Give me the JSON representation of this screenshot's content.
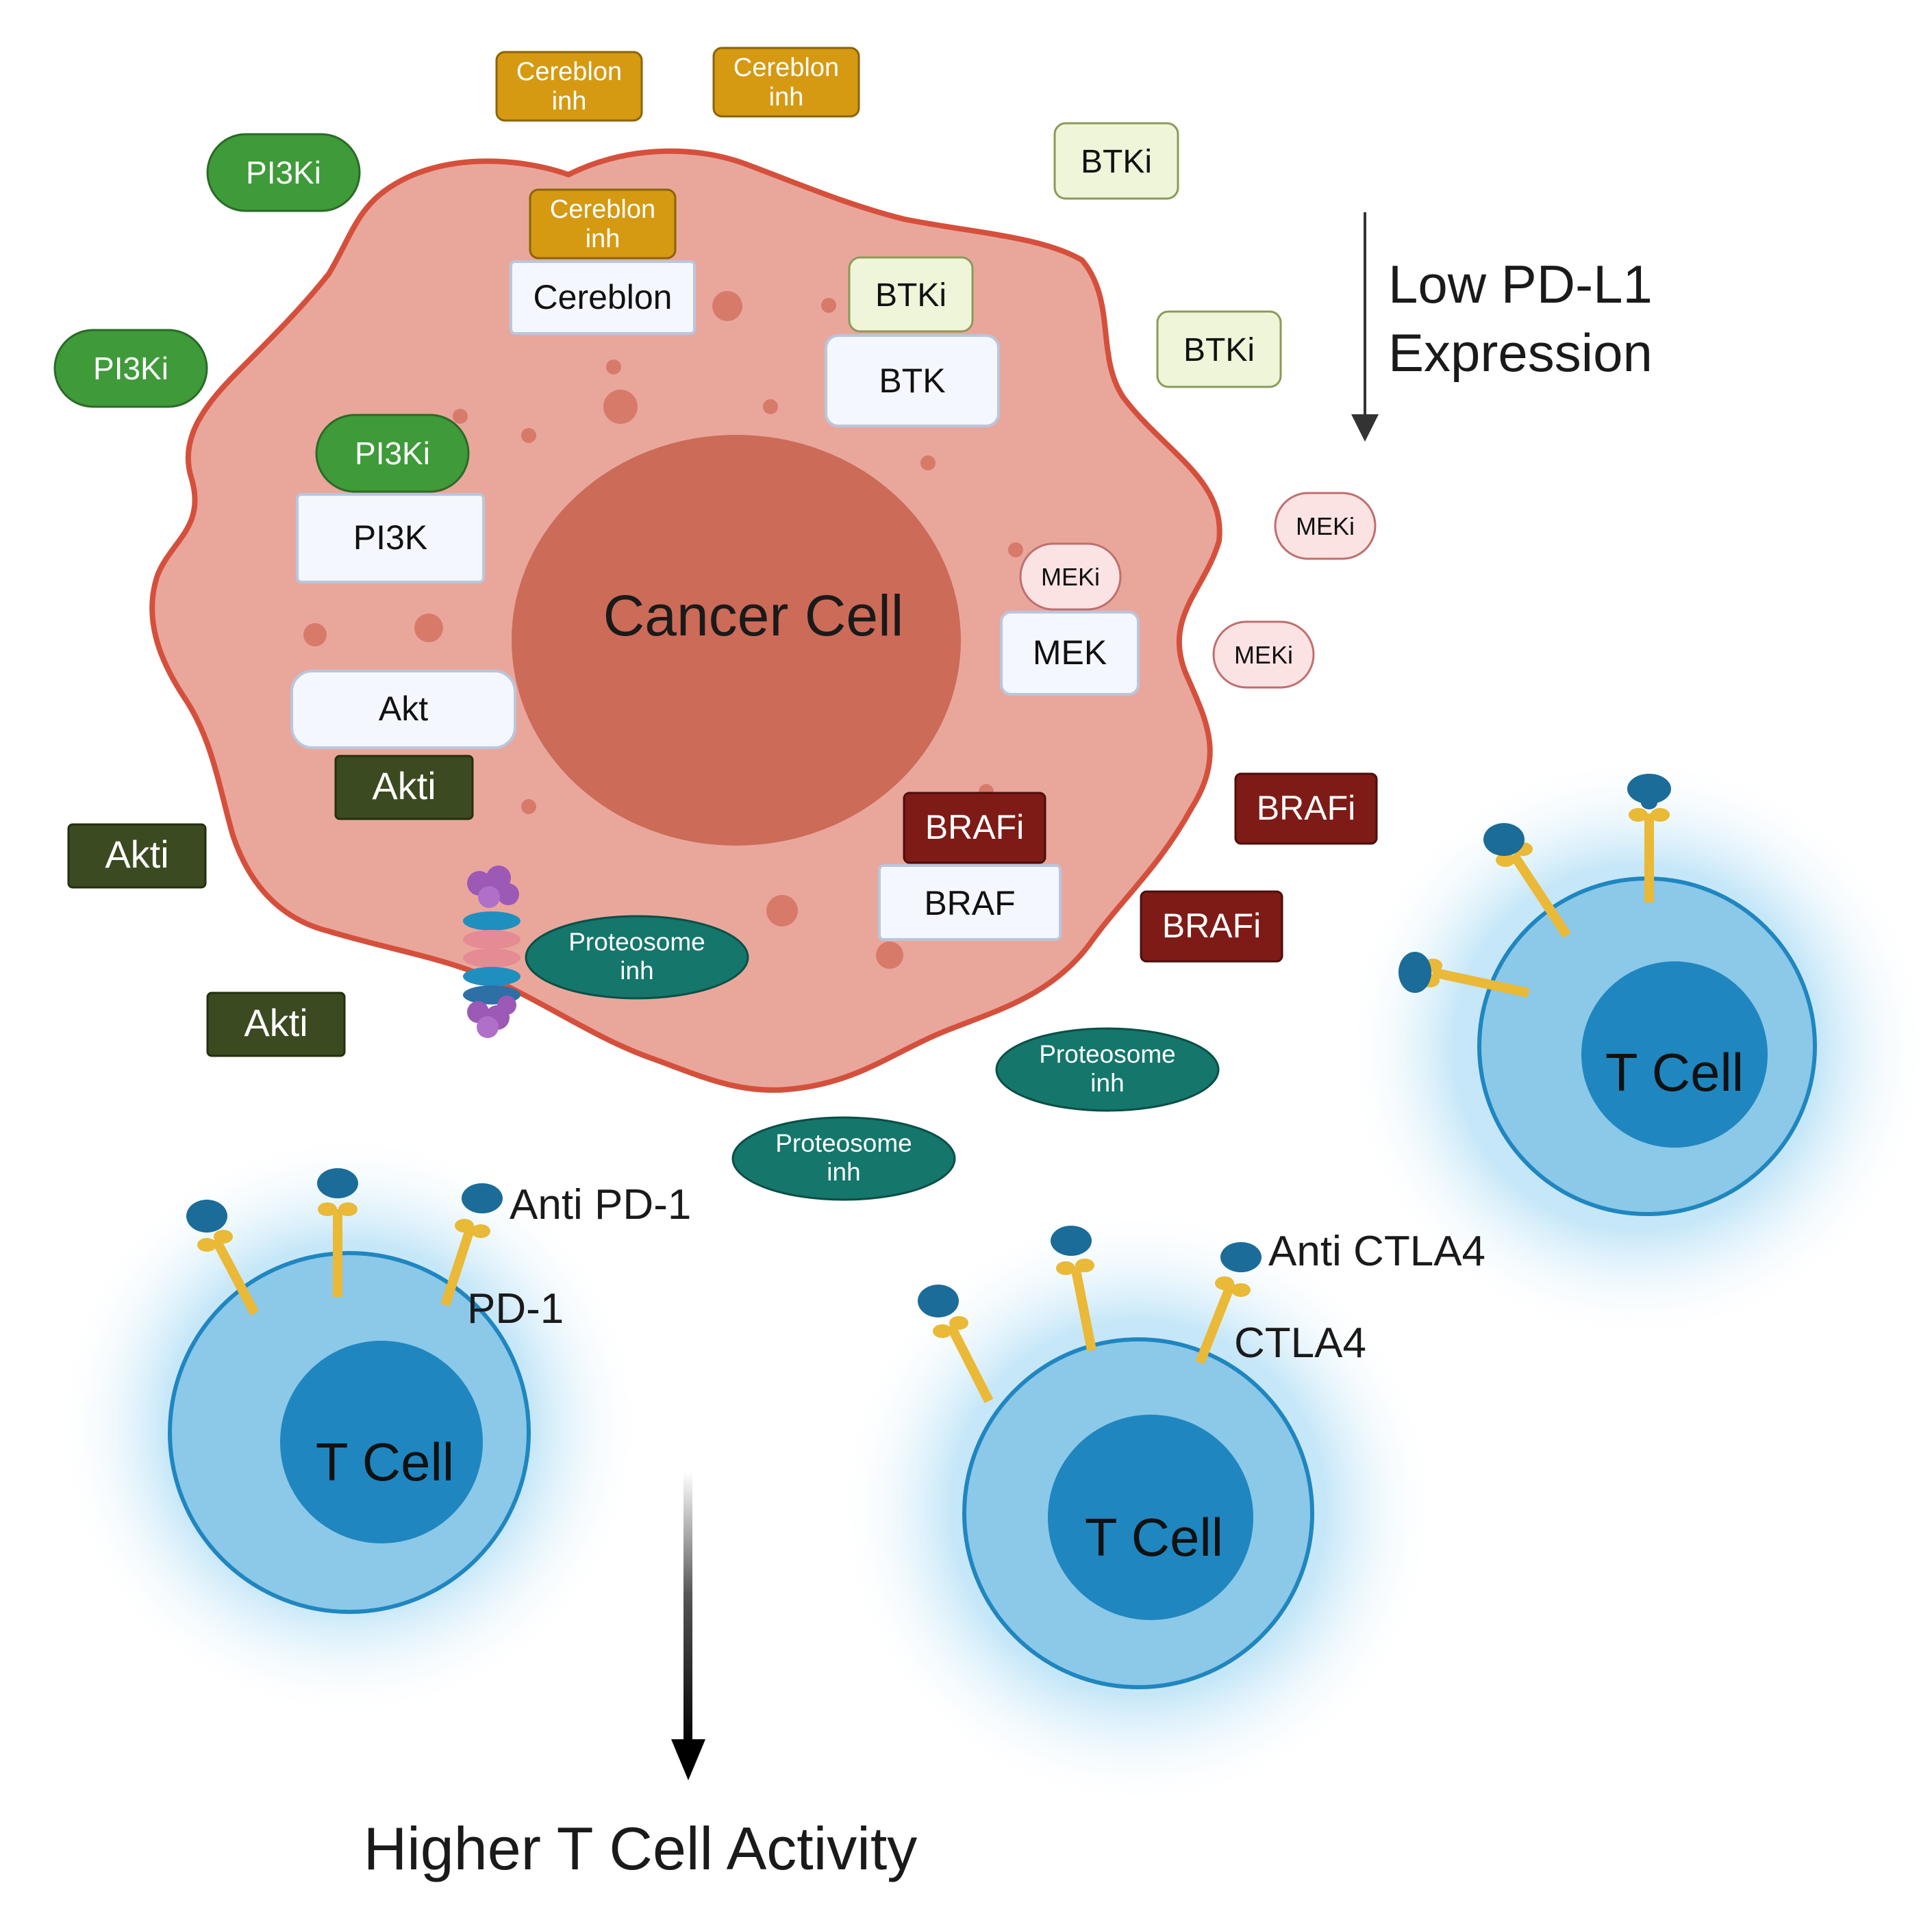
{
  "cancer_cell": {
    "label": "Cancer Cell",
    "proteins": {
      "cereblon": "Cereblon",
      "btk": "BTK",
      "pi3k": "PI3K",
      "mek": "MEK",
      "akt": "Akt",
      "braf": "BRAF"
    }
  },
  "inhibitors": {
    "cereblon_inh_line1": "Cereblon",
    "cereblon_inh_line2": "inh",
    "btki": "BTKi",
    "pi3ki": "PI3Ki",
    "meki": "MEKi",
    "akti": "Akti",
    "brafi": "BRAFi",
    "proteosome_inh_line1": "Proteosome",
    "proteosome_inh_line2": "inh"
  },
  "t_cells": {
    "label": "T Cell",
    "anti_pd1": "Anti PD-1",
    "pd1": "PD-1",
    "anti_ctla4": "Anti CTLA4",
    "ctla4": "CTLA4"
  },
  "annotations": {
    "low_pdl1_line1": "Low PD-L1",
    "low_pdl1_line2": "Expression",
    "outcome": "Higher T Cell Activity"
  },
  "colors": {
    "cell_fill": "#e9a79c",
    "cell_border": "#d5503c",
    "nucleus": "#cc6b58",
    "cereblon_inh": "#d59a12",
    "btki": "#eef5d8",
    "pi3ki": "#3f9a3a",
    "meki": "#fbe3e3",
    "akti": "#3b4a20",
    "brafi": "#7e1b16",
    "proteosome_inh": "#15766b",
    "tcell_outer": "#8cc8e8",
    "tcell_nucleus": "#1f86c0",
    "receptor": "#e9b937",
    "antibody": "#1b6c98"
  }
}
